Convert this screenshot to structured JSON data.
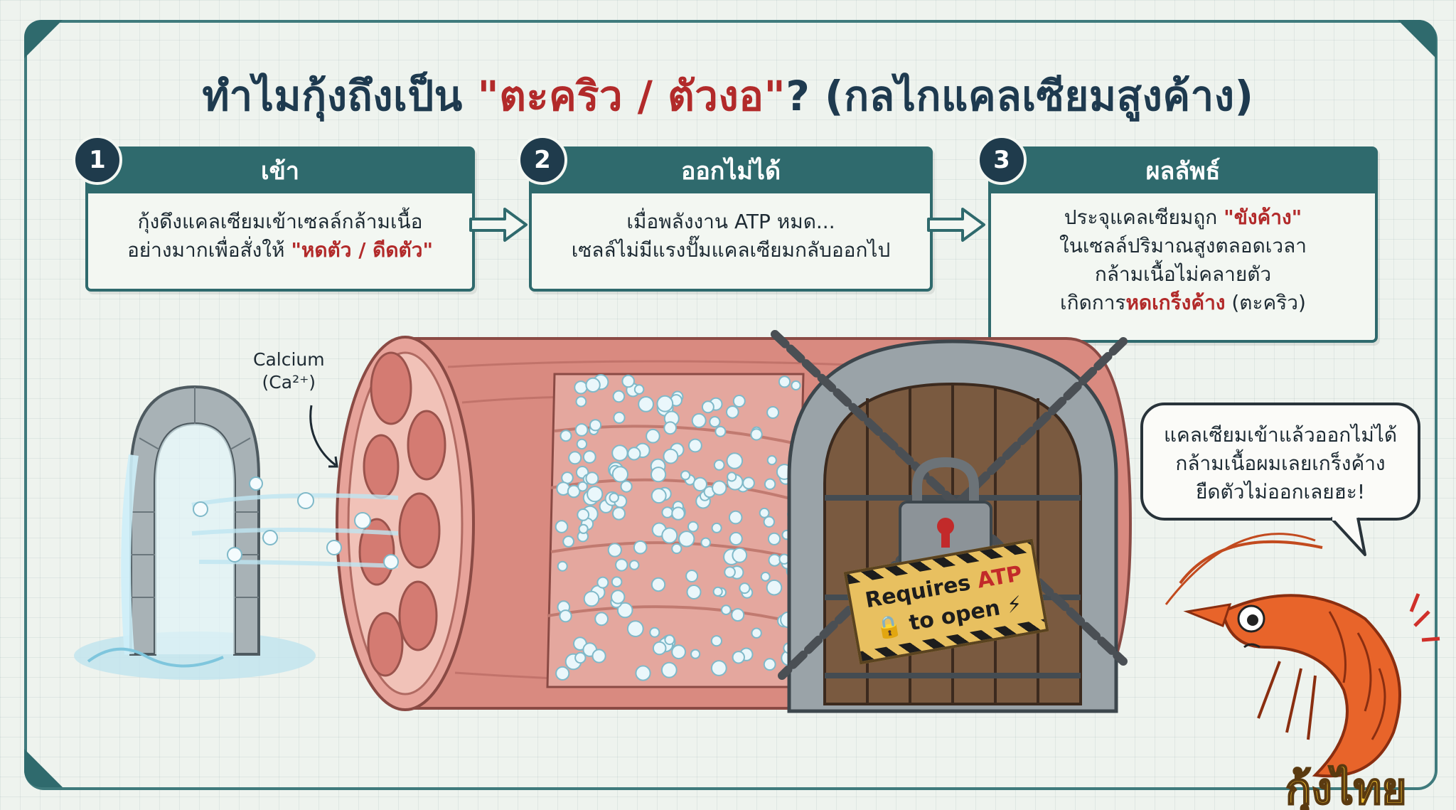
{
  "title": {
    "before": "ทำไมกุ้งถึงเป็น ",
    "highlight": "\"ตะคริว / ตัวงอ\"",
    "after": "? (กลไกแคลเซียมสูงค้าง)"
  },
  "steps": [
    {
      "number": "1",
      "heading": "เข้า",
      "line1": "กุ้งดึงแคลเซียมเข้าเซลล์กล้ามเนื้อ",
      "line2_before": "อย่างมากเพื่อสั่งให้ ",
      "line2_highlight": "\"หดตัว / ดีดตัว\""
    },
    {
      "number": "2",
      "heading": "ออกไม่ได้",
      "line1": "เมื่อพลังงาน ATP หมด...",
      "line2": "เซลล์ไม่มีแรงปั๊มแคลเซียมกลับออกไป"
    },
    {
      "number": "3",
      "heading": "ผลลัพธ์",
      "line1_before": "ประจุแคลเซียมถูก ",
      "line1_highlight": "\"ขังค้าง\"",
      "line2": "ในเซลล์ปริมาณสูงตลอดเวลา",
      "line3": "กล้ามเนื้อไม่คลายตัว",
      "line4_before": "เกิดการ",
      "line4_highlight": "หดเกร็งค้าง",
      "line4_after": " (ตะคริว)"
    }
  ],
  "calcium_label": {
    "line1": "Calcium",
    "line2": "(Ca²⁺)"
  },
  "sign": {
    "word1": "Requires ",
    "word1_highlight": "ATP",
    "word2": "to open"
  },
  "speech_bubble": {
    "line1": "แคลเซียมเข้าแล้วออกไม่ได้",
    "line2": "กล้ามเนื้อผมเลยเกร็งค้าง",
    "line3": "ยืดตัวไม่ออกเลยฮะ!"
  },
  "logo": "กุ้งไทย",
  "colors": {
    "teal": "#2f6a6d",
    "navy": "#1e3a4f",
    "accent_red": "#b22a2a",
    "muscle": "#d98a80",
    "calcium": "#e8f6fb",
    "shrimp": "#e8642a",
    "sign": "#e8c060"
  },
  "icons": [
    "stone-arch-gate-icon",
    "water-stream-icon",
    "muscle-fiber-icon",
    "chained-gate-icon",
    "padlock-icon",
    "lightning-icon",
    "shrimp-mascot-icon"
  ]
}
